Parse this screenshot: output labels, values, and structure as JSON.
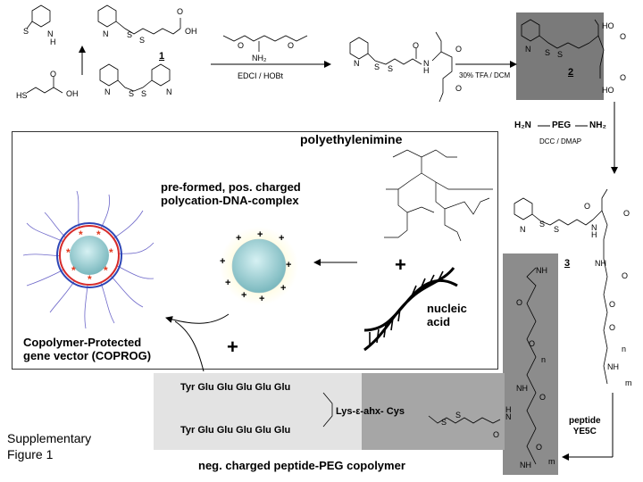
{
  "reaction": {
    "compound1_label": "1",
    "compound2_label": "2",
    "compound3_label": "3",
    "reagent_edci": "EDCI / HOBt",
    "reagent_tfa": "30% TFA / DCM",
    "reagent_dcc": "DCC / DMAP",
    "peg_h2n": "H₂N",
    "peg_label": "PEG",
    "peg_nh2": "NH₂",
    "amine_nh2": "NH₂",
    "peptide_arrow_label": "peptide\nYE5C"
  },
  "atoms": {
    "S": "S",
    "N": "N",
    "H": "H",
    "O": "O",
    "OH": "OH",
    "HO": "HO",
    "HS": "HS",
    "NH": "NH",
    "n": "n",
    "m": "m"
  },
  "complex": {
    "pei_title": "polyethylenimine",
    "preformed_label": "pre-formed, pos. charged\npolycation-DNA-complex",
    "nucleic_acid_label": "nucleic\nacid",
    "coprog_label": "Copolymer-Protected\ngene vector (COPROG)",
    "plus": "+",
    "charge": "+",
    "star": "*"
  },
  "peptide": {
    "line1": "Tyr Glu Glu Glu Glu Glu",
    "line2": "Tyr Glu Glu Glu Glu Glu",
    "linker": "Lys-ε-ahx- Cys",
    "caption": "neg. charged peptide-PEG copolymer"
  },
  "figure": {
    "caption": "Supplementary\nFigure 1"
  }
}
